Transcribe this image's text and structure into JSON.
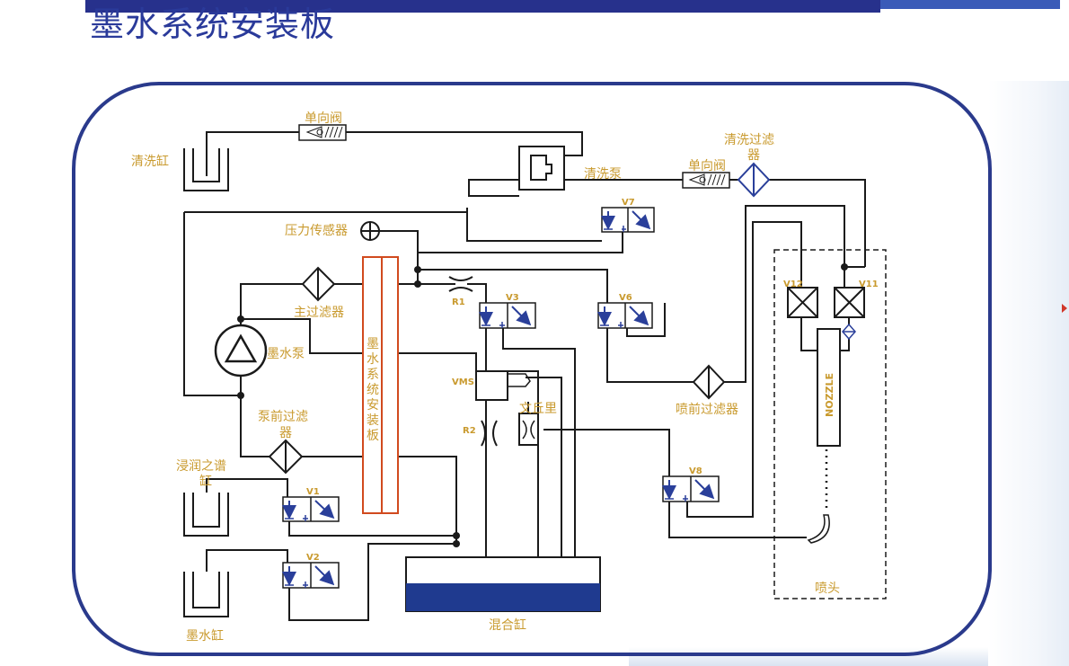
{
  "page": {
    "title": "墨水系统安装板"
  },
  "diagram": {
    "components": {
      "cleaning_tank": "清洗缸",
      "check_valve_top": "单向阀",
      "cleaning_pump": "清洗泵",
      "check_valve_right": "单向阀",
      "cleaning_filter_line1": "清洗过滤",
      "cleaning_filter_line2": "器",
      "pressure_sensor": "压力传感器",
      "main_filter": "主过滤器",
      "ink_pump": "墨水泵",
      "pre_pump_filter_line1": "泵前过滤",
      "pre_pump_filter_line2": "器",
      "soak_tank_line1": "浸润之谱",
      "soak_tank_line2": "缸",
      "ink_tank": "墨水缸",
      "mixing_tank": "混合缸",
      "venturi": "文丘里",
      "pre_nozzle_filter": "喷前过滤器",
      "nozzle_head": "喷头",
      "nozzle": "NOZZLE",
      "vms": "VMS",
      "r1": "R1",
      "r2": "R2",
      "board_label": [
        "墨",
        "水",
        "系",
        "统",
        "安",
        "装",
        "板"
      ]
    },
    "valves": {
      "v1": "V1",
      "v2": "V2",
      "v3": "V3",
      "v6": "V6",
      "v7": "V7",
      "v8": "V8",
      "v11": "V11",
      "v12": "V12"
    },
    "colors": {
      "frame": "#2a3a8c",
      "pipe": "#1a1a1a",
      "label": "#c99a2e",
      "board": "#d14a1e",
      "valve_arrow": "#2a3f9a",
      "tank_fill": "#1f3a8f",
      "title": "#2a3a9a"
    }
  }
}
